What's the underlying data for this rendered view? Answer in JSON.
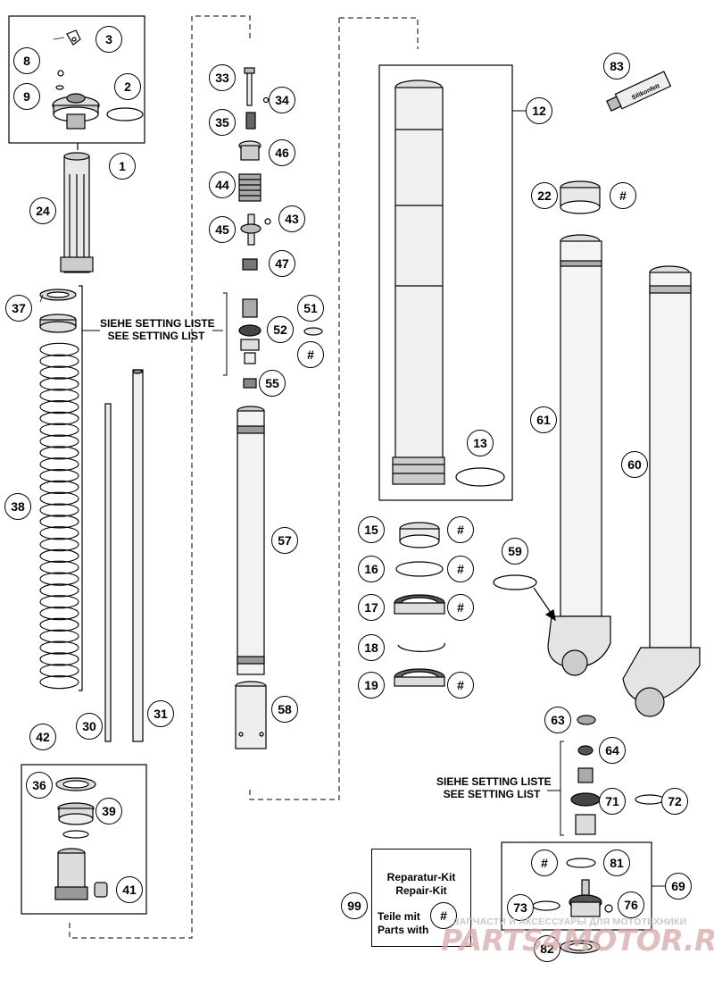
{
  "callouts": [
    {
      "id": "c1",
      "label": "1"
    },
    {
      "id": "c2",
      "label": "2"
    },
    {
      "id": "c3",
      "label": "3"
    },
    {
      "id": "c8",
      "label": "8"
    },
    {
      "id": "c9",
      "label": "9"
    },
    {
      "id": "c24",
      "label": "24"
    },
    {
      "id": "c37",
      "label": "37"
    },
    {
      "id": "c38",
      "label": "38"
    },
    {
      "id": "c30",
      "label": "30"
    },
    {
      "id": "c31",
      "label": "31"
    },
    {
      "id": "c42",
      "label": "42"
    },
    {
      "id": "c36",
      "label": "36"
    },
    {
      "id": "c39",
      "label": "39"
    },
    {
      "id": "c41",
      "label": "41"
    },
    {
      "id": "c33",
      "label": "33"
    },
    {
      "id": "c34",
      "label": "34"
    },
    {
      "id": "c35",
      "label": "35"
    },
    {
      "id": "c46",
      "label": "46"
    },
    {
      "id": "c44",
      "label": "44"
    },
    {
      "id": "c43",
      "label": "43"
    },
    {
      "id": "c45",
      "label": "45"
    },
    {
      "id": "c47",
      "label": "47"
    },
    {
      "id": "c51",
      "label": "51"
    },
    {
      "id": "c52",
      "label": "52"
    },
    {
      "id": "c52h",
      "label": "#"
    },
    {
      "id": "c55",
      "label": "55"
    },
    {
      "id": "c57",
      "label": "57"
    },
    {
      "id": "c58",
      "label": "58"
    },
    {
      "id": "c12",
      "label": "12"
    },
    {
      "id": "c13",
      "label": "13"
    },
    {
      "id": "c83",
      "label": "83"
    },
    {
      "id": "c22",
      "label": "22"
    },
    {
      "id": "c22h",
      "label": "#"
    },
    {
      "id": "c61",
      "label": "61"
    },
    {
      "id": "c60",
      "label": "60"
    },
    {
      "id": "c15",
      "label": "15"
    },
    {
      "id": "c15h",
      "label": "#"
    },
    {
      "id": "c16",
      "label": "16"
    },
    {
      "id": "c16h",
      "label": "#"
    },
    {
      "id": "c17",
      "label": "17"
    },
    {
      "id": "c17h",
      "label": "#"
    },
    {
      "id": "c18",
      "label": "18"
    },
    {
      "id": "c19",
      "label": "19"
    },
    {
      "id": "c19h",
      "label": "#"
    },
    {
      "id": "c59",
      "label": "59"
    },
    {
      "id": "c63",
      "label": "63"
    },
    {
      "id": "c64",
      "label": "64"
    },
    {
      "id": "c71",
      "label": "71"
    },
    {
      "id": "c72",
      "label": "72"
    },
    {
      "id": "c69",
      "label": "69"
    },
    {
      "id": "c81",
      "label": "81"
    },
    {
      "id": "c81h",
      "label": "#"
    },
    {
      "id": "c73",
      "label": "73"
    },
    {
      "id": "c76",
      "label": "76"
    },
    {
      "id": "c82",
      "label": "82"
    },
    {
      "id": "c99",
      "label": "99"
    },
    {
      "id": "c99h",
      "label": "#"
    }
  ],
  "notes": {
    "setting_top": {
      "de": "SIEHE SETTING LISTE",
      "en": "SEE SETTING LIST"
    },
    "setting_bottom": {
      "de": "SIEHE SETTING LISTE",
      "en": "SEE SETTING LIST"
    }
  },
  "kit": {
    "line1": "Reparatur-Kit",
    "line2": "Repair-Kit",
    "line3": "Teile mit",
    "line4": "Parts with"
  },
  "tube_label": "Silikonfett",
  "watermark": {
    "text": "ЗАПЧАСТИ И АКСЕССУАРЫ ДЛЯ МОТОТЕХНИКИ",
    "logo": "PARTS4MOTOR.RU"
  }
}
